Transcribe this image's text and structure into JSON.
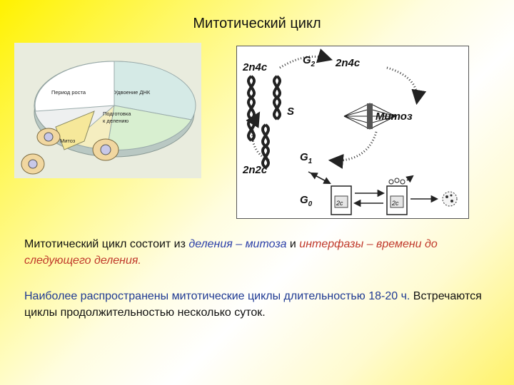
{
  "slide": {
    "title": "Митотический цикл"
  },
  "left_figure": {
    "labels": {
      "growth": "Период роста",
      "dna": "Удвоение ДНК",
      "prep_line1": "Подготовка",
      "prep_line2": "к делению",
      "mitosis": "Митоз"
    }
  },
  "right_figure": {
    "labels": {
      "top_left": "2n4c",
      "g2": "G",
      "g2_sub": "2",
      "top_right": "2n4c",
      "s": "S",
      "mitosis": "Митоз",
      "bottom_left": "2n2c",
      "g1": "G",
      "g1_sub": "1",
      "g0": "G",
      "g0_sub": "0",
      "box1": "2c",
      "box2": "2c"
    }
  },
  "paragraph1": {
    "part1": "Митотический цикл состоит из ",
    "part2": "деления – митоза",
    "part3": " и ",
    "part4": "интерфазы – времени до следующего деления."
  },
  "paragraph2": {
    "part1": "Наиболее распространены митотические циклы длительностью 18-20 ч.",
    "part2": " Встречаются циклы продолжительностью несколько суток."
  }
}
